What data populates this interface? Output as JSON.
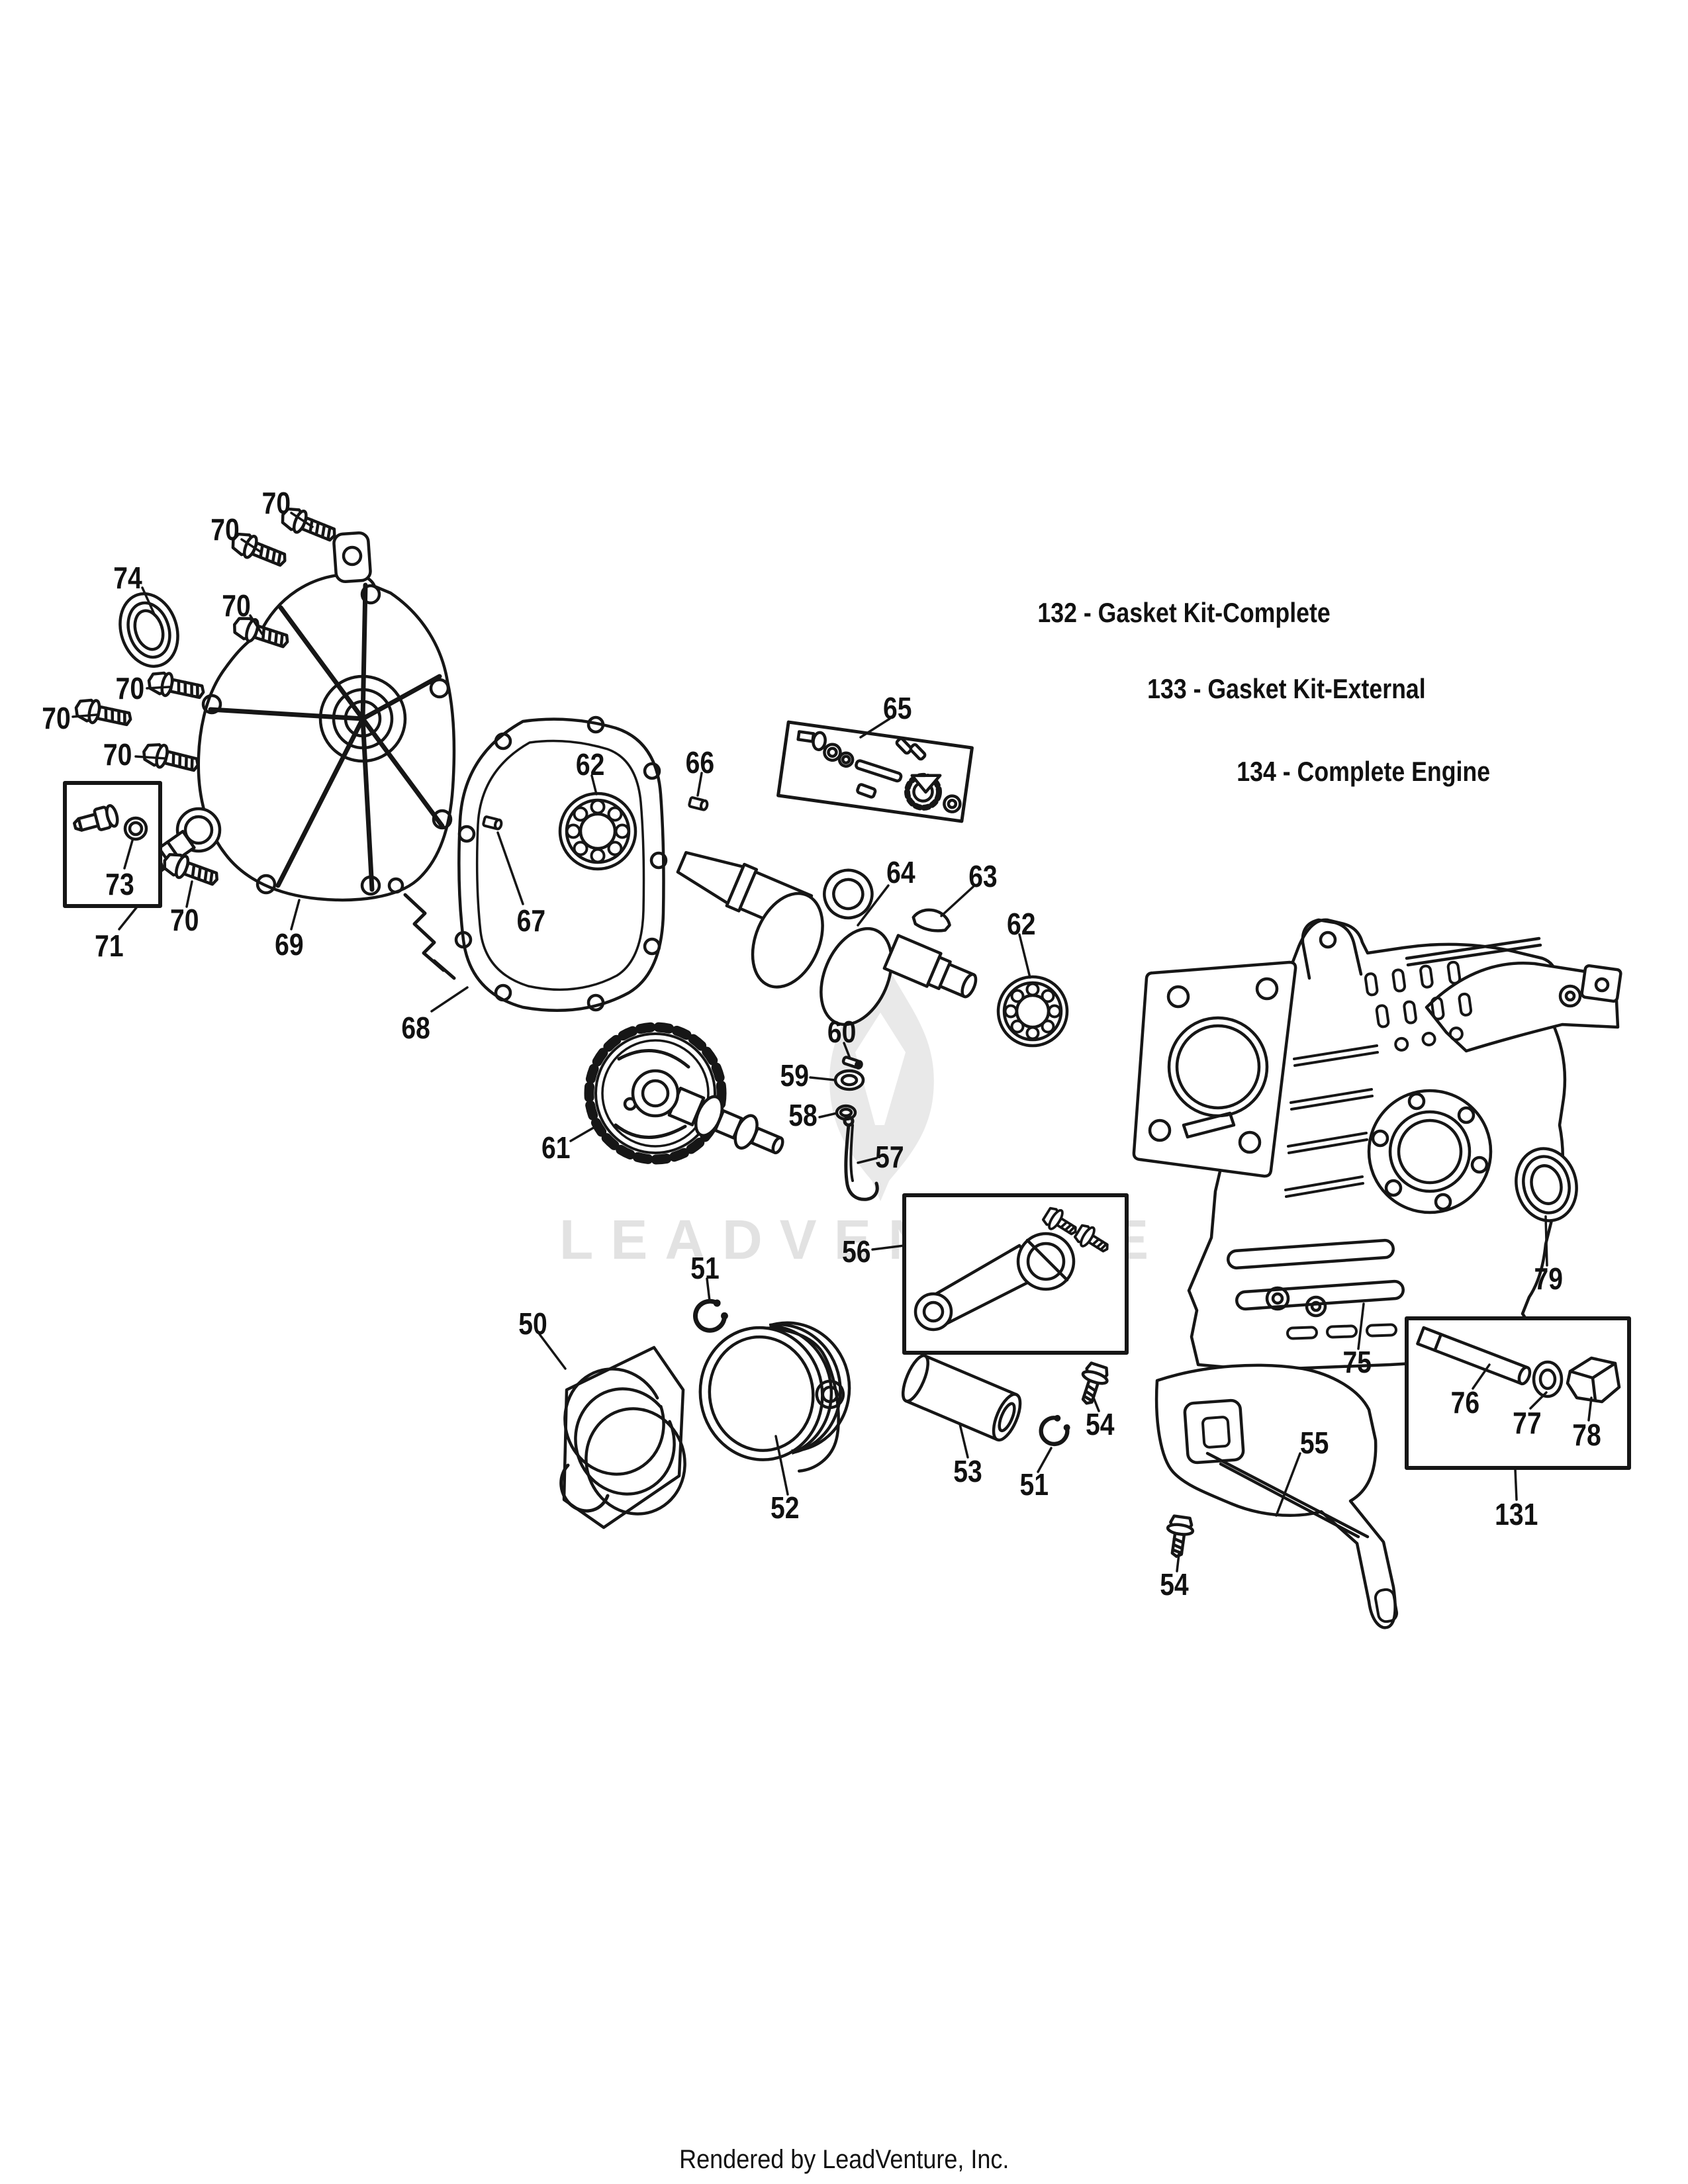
{
  "page": {
    "watermark": "LEADVENTURE",
    "footer": "Rendered by LeadVenture, Inc.",
    "notes": [
      "132 - Gasket Kit-Complete",
      "133 - Gasket Kit-External",
      "134 - Complete Engine"
    ],
    "callouts": [
      "70",
      "70",
      "74",
      "70",
      "70",
      "70",
      "70",
      "73",
      "71",
      "70",
      "69",
      "68",
      "67",
      "62",
      "66",
      "65",
      "64",
      "63",
      "62",
      "61",
      "60",
      "59",
      "58",
      "57",
      "56",
      "51",
      "50",
      "52",
      "53",
      "51",
      "54",
      "55",
      "54",
      "75",
      "79",
      "76",
      "77",
      "78",
      "131"
    ]
  }
}
